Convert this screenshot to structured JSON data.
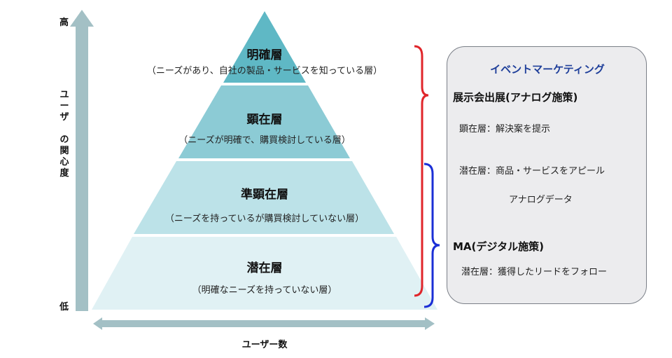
{
  "axis": {
    "high_label": "高",
    "low_label": "低",
    "vertical_label_chars": [
      "ユ",
      "ー",
      "ザ",
      "",
      "の",
      "関",
      "心",
      "度"
    ],
    "horizontal_label": "ユーザー数"
  },
  "pyramid": {
    "layers": [
      {
        "title": "明確層",
        "desc": "（ニーズがあり、自社の製品・サービスを知っている層）"
      },
      {
        "title": "顕在層",
        "desc": "（ニーズが明確で、購買検討している層）"
      },
      {
        "title": "準顕在層",
        "desc": "（ニーズを持っているが購買検討していない層）"
      },
      {
        "title": "潜在層",
        "desc": "（明確なニーズを持っていない層）"
      }
    ]
  },
  "panel": {
    "title": "イベントマーケティング",
    "exhibition_heading": "展示会出展(アナログ施策)",
    "exhibition_items": [
      "顕在層：解決案を提示",
      "潜在層：商品・サービスをアピール"
    ],
    "analog_data_label": "アナログデータ",
    "ma_heading": "MA(デジタル施策)",
    "ma_item": "潜在層：獲得したリードをフォロー"
  },
  "colors": {
    "axis": "#a3c0c5",
    "layer1": "#5fb8c5",
    "layer2": "#8ccbd5",
    "layer3": "#bce2e8",
    "layer4": "#e0f1f4",
    "red_bracket": "#e0262b",
    "blue_bracket": "#1b2fd6",
    "panel_title": "#1f3f9a",
    "arrow": "#9a9a9a"
  }
}
